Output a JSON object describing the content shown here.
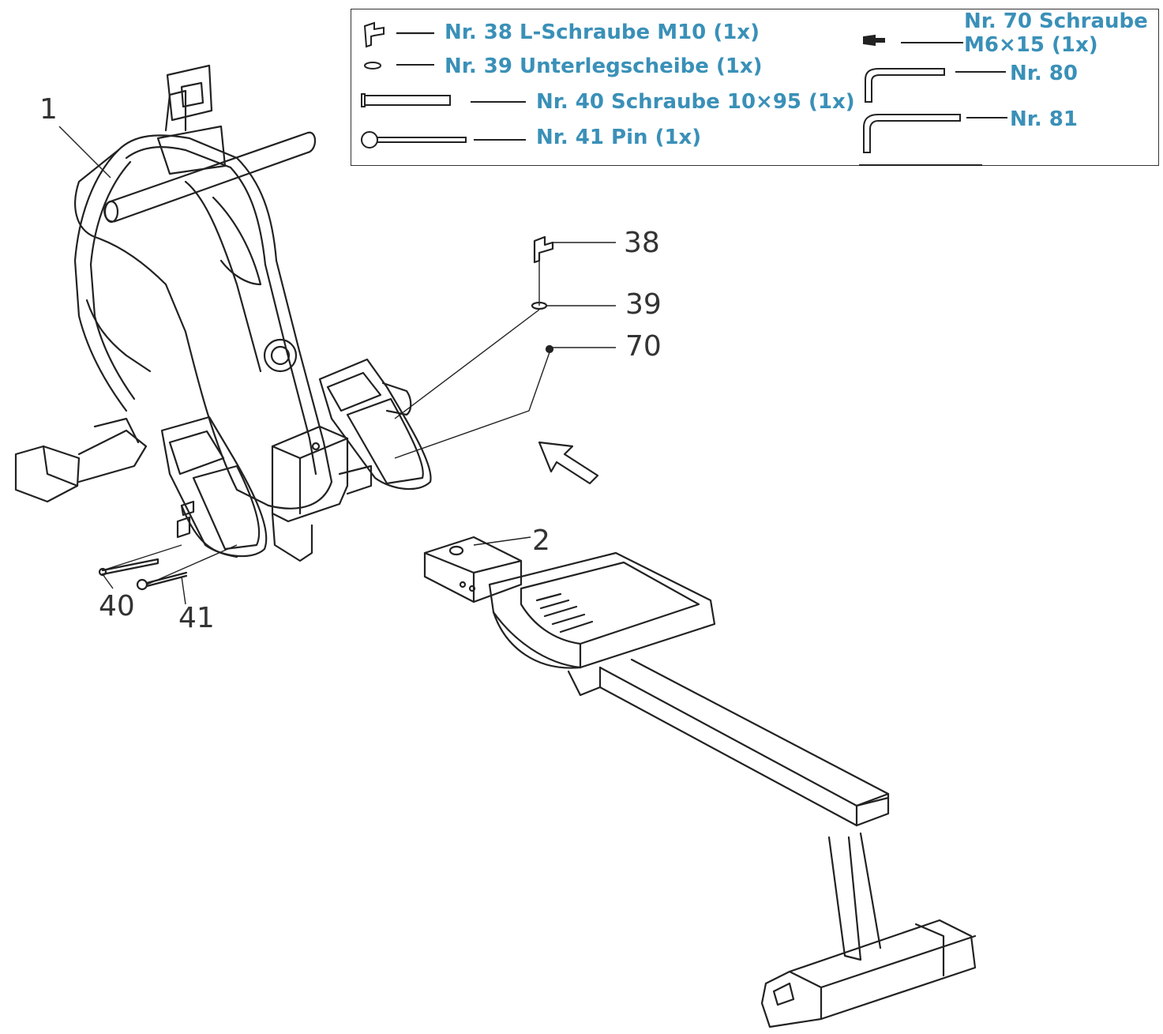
{
  "parts": [
    {
      "id": "38",
      "label": "Nr. 38 L-Schraube M10 (1x)"
    },
    {
      "id": "39",
      "label": "Nr. 39 Unterlegscheibe (1x)"
    },
    {
      "id": "40",
      "label": "Nr. 40 Schraube 10×95 (1x)"
    },
    {
      "id": "41",
      "label": "Nr. 41 Pin (1x)"
    },
    {
      "id": "70",
      "label_line1": "Nr. 70 Schraube",
      "label_line2": "M6×15 (1x)"
    },
    {
      "id": "80",
      "label": "Nr. 80"
    },
    {
      "id": "81",
      "label": "Nr. 81"
    }
  ],
  "callouts": {
    "c1": "1",
    "c2": "2",
    "c38": "38",
    "c39": "39",
    "c70": "70",
    "c40": "40",
    "c41": "41"
  },
  "colors": {
    "label": "#3a90b8",
    "line": "#222222"
  }
}
